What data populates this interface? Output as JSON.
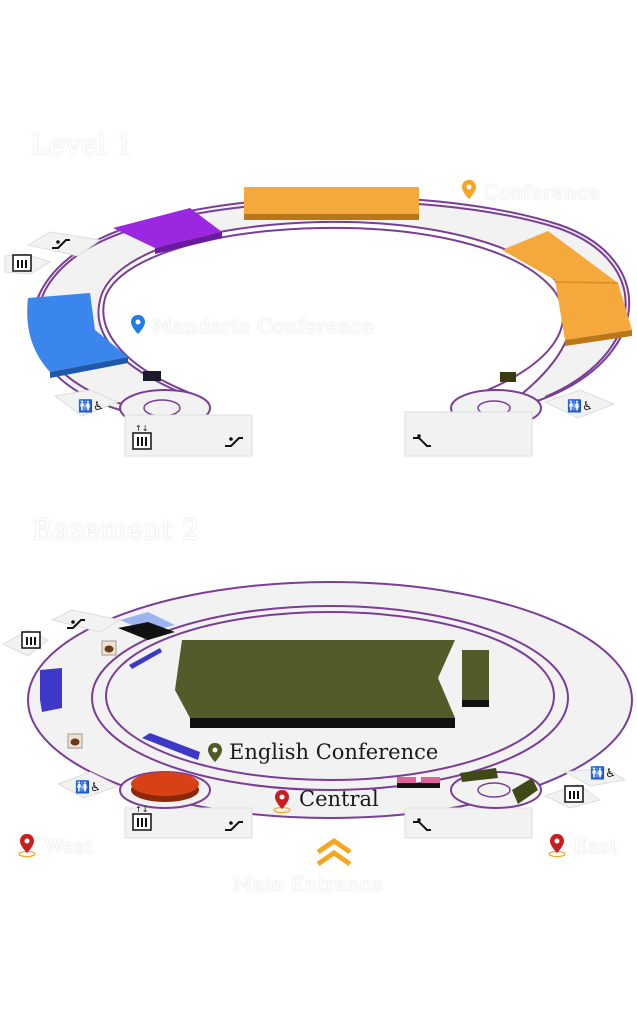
{
  "levels": [
    {
      "title": "Level 1",
      "labels": {
        "conference": "Conference",
        "mandarin": "Mandarin Conference"
      }
    },
    {
      "title": "Basement 2",
      "labels": {
        "english": "English Conference",
        "central": "Central",
        "west": "West",
        "east": "East",
        "main_entrance": "Main Entrance"
      }
    }
  ],
  "colors": {
    "orange_room": "#f5a93c",
    "purple_room": "#9b27e0",
    "blue_room": "#3b86ec",
    "olive_room": "#545a2a",
    "red_room": "#d84016",
    "ring_outline": "#7a3e96",
    "floor": "#f2f2f2",
    "pin_orange": "#f5a623",
    "pin_blue": "#1e7de6",
    "pin_olive": "#4f5a25",
    "pin_red": "#c81e1e",
    "entrance_chevron": "#f5a623"
  },
  "icons": [
    "elevator-icon",
    "escalator-icon",
    "restroom-accessible-icon",
    "food-icon",
    "map-pin-icon",
    "entrance-chevron-icon"
  ]
}
